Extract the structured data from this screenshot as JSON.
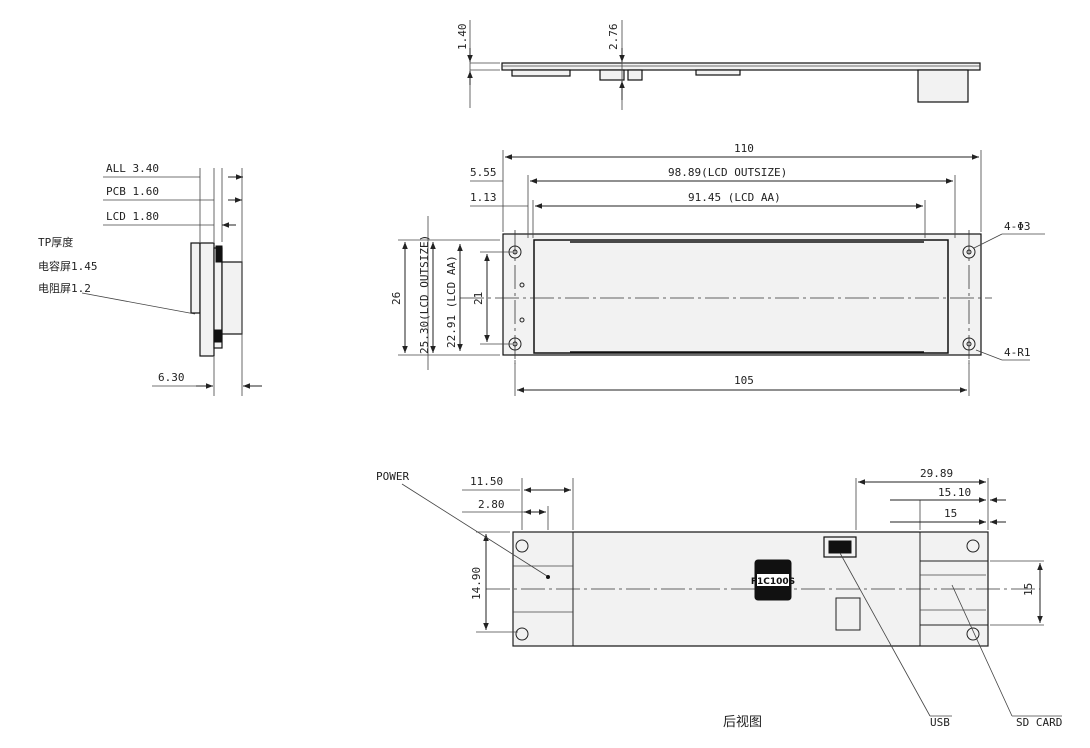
{
  "top_view": {
    "dim_thickness_left": "1.40",
    "dim_thickness_right": "2.76"
  },
  "side_view": {
    "all_thickness": "ALL 3.40",
    "pcb_thickness": "PCB 1.60",
    "lcd_thickness": "LCD 1.80",
    "tp_note_line1": "TP厚度",
    "tp_note_line2": "电容屏1.45",
    "tp_note_line3": "电阻屏1.2",
    "width_dim": "6.30"
  },
  "front_view": {
    "overall_width": "110",
    "outsize_offset": "5.55",
    "lcd_outsize": "98.89(LCD OUTSIZE)",
    "aa_offset": "1.13",
    "lcd_aa": "91.45 (LCD AA)",
    "height": "26",
    "lcd_outsize_height": "25.30(LCD OUTSIZE)",
    "lcd_aa_height": "22.91 (LCD AA)",
    "hole_pitch_v": "21",
    "hole_pitch_h": "105",
    "hole_callout": "4-Φ3",
    "radius_callout": "4-R1"
  },
  "rear_view": {
    "power_label": "POWER",
    "dim_11_50": "11.50",
    "dim_2_80": "2.80",
    "dim_14_90": "14.90",
    "dim_29_89": "29.89",
    "dim_15_10": "15.10",
    "dim_15_top": "15",
    "dim_15_right": "15",
    "chip_label": "F1C100S",
    "usb_label": "USB",
    "sd_label": "SD CARD",
    "view_title": "后视图"
  }
}
